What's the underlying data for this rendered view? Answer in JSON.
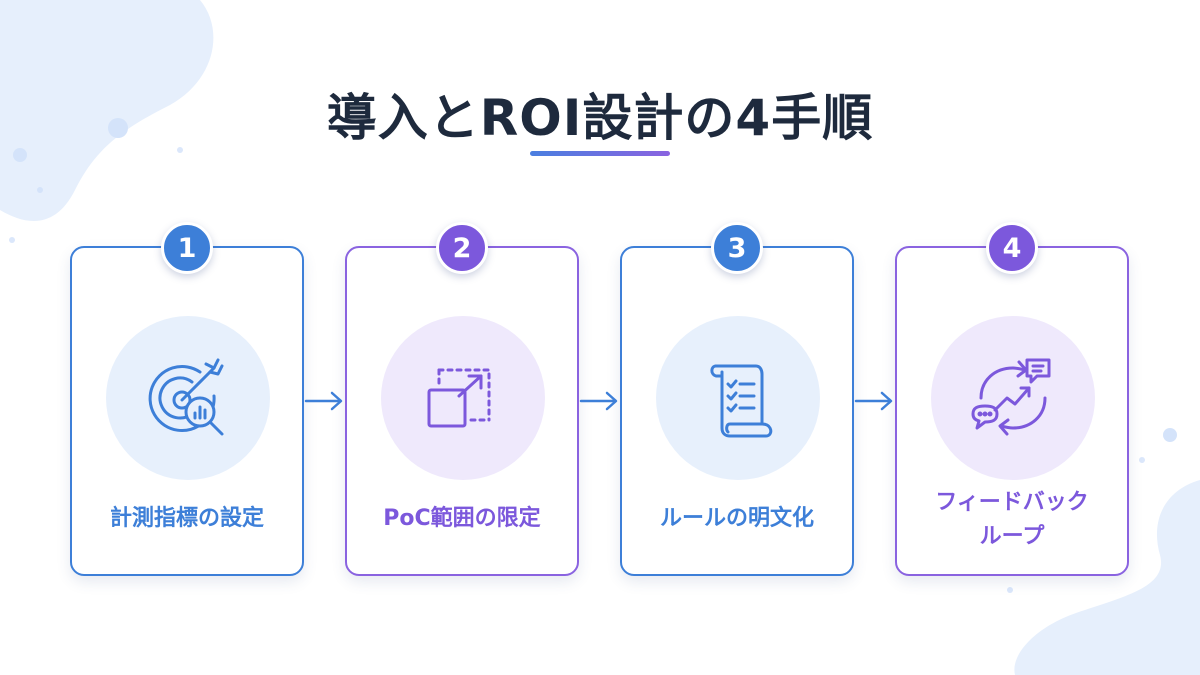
{
  "title": "導入とROI設計の4手順",
  "colors": {
    "blue": "#3d7fd8",
    "purple": "#7c58dc",
    "title": "#1e2a3d"
  },
  "steps": [
    {
      "number": "1",
      "label_lines": [
        "計測指標の設定"
      ],
      "icon": "target-analytics-icon",
      "color": "blue"
    },
    {
      "number": "2",
      "label_lines": [
        "PoC範囲の限定"
      ],
      "icon": "scope-expand-icon",
      "color": "purple"
    },
    {
      "number": "3",
      "label_lines": [
        "ルールの明文化"
      ],
      "icon": "rules-document-icon",
      "color": "blue"
    },
    {
      "number": "4",
      "label_lines": [
        "フィードバック",
        "ループ"
      ],
      "icon": "feedback-loop-icon",
      "color": "purple"
    }
  ]
}
